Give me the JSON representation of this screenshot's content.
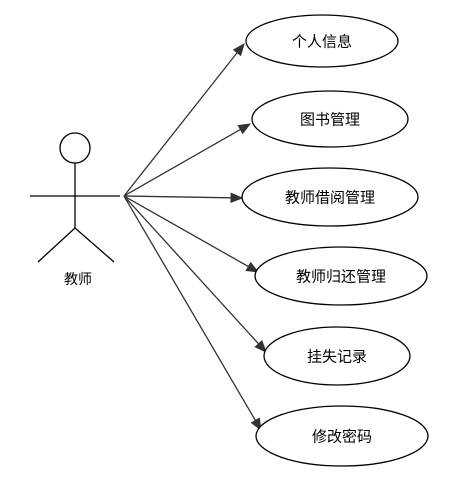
{
  "actor": {
    "label": "教师"
  },
  "use_cases": [
    {
      "id": "personal-info",
      "label": "个人信息"
    },
    {
      "id": "book-management",
      "label": "图书管理"
    },
    {
      "id": "teacher-borrow-management",
      "label": "教师借阅管理"
    },
    {
      "id": "teacher-return-management",
      "label": "教师归还管理"
    },
    {
      "id": "loss-record",
      "label": "挂失记录"
    },
    {
      "id": "change-password",
      "label": "修改密码"
    }
  ],
  "colors": {
    "line": "#333333",
    "outline": "#000000",
    "background": "#ffffff"
  }
}
